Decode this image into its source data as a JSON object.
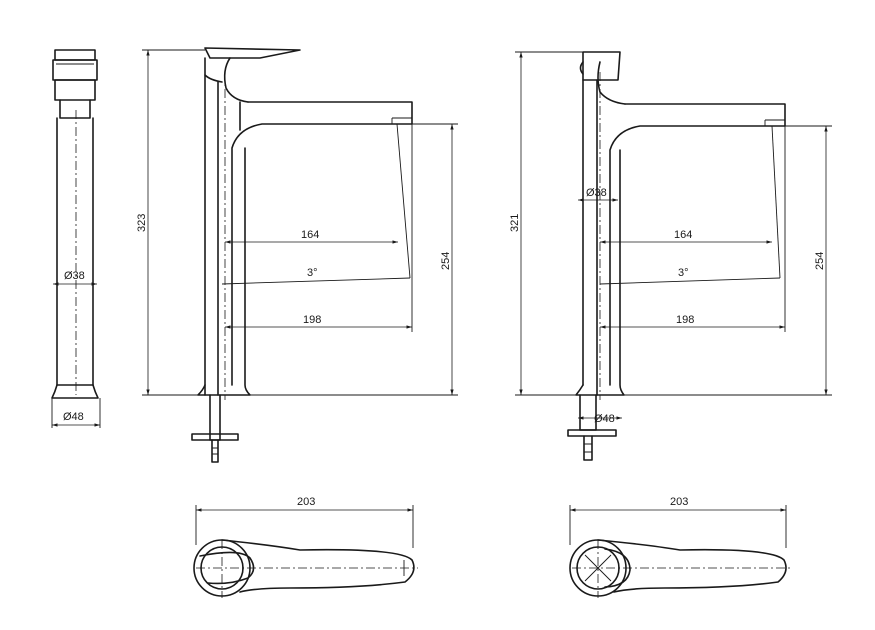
{
  "side_view": {
    "d_body": "Ø38",
    "d_base": "Ø48"
  },
  "front_view_left": {
    "height": "323",
    "spout_reach": "164",
    "angle": "3°",
    "overall_reach": "198",
    "spout_height": "254"
  },
  "front_view_right": {
    "height": "321",
    "d_body": "Ø38",
    "spout_reach": "164",
    "angle": "3°",
    "overall_reach": "198",
    "spout_height": "254",
    "d_base": "Ø48"
  },
  "top_view_left": {
    "length": "203"
  },
  "top_view_right": {
    "length": "203"
  }
}
